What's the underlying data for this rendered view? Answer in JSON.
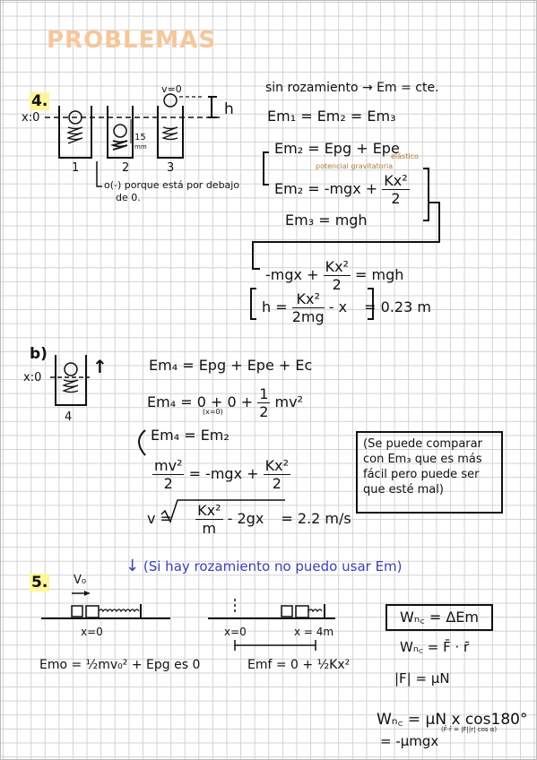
{
  "title": "PROBLEMAS",
  "p4": {
    "number": "4.",
    "x0": "x:0",
    "v0": "v=0",
    "h": "h",
    "labels": [
      "1",
      "2",
      "3"
    ],
    "mm_value": "15",
    "mm_unit": "mm",
    "note1": "o(-) porque está por debajo",
    "note2": "de 0.",
    "line1": "sin rozamiento → Em = cte.",
    "line2": "Em₁ = Em₂ = Em₃",
    "line3": "Em₂ = Epg + Epe",
    "tag_pg": "potencial gravitatoria",
    "tag_pe": "elástico",
    "line4_a": "Em₂ = -mgx +",
    "line4_num": "Kx²",
    "line4_den": "2",
    "line5": "Em₃ = mgh",
    "line6_a": "-mgx +",
    "line6_num": "Kx²",
    "line6_den": "2",
    "line6_b": "= mgh",
    "line7_a": "h =",
    "line7_num": "Kx²",
    "line7_den": "2mg",
    "line7_b": "- x",
    "line7_c": "= 0.23 m"
  },
  "pb": {
    "label": "b)",
    "x0": "x:0",
    "arrow": "↑",
    "cyl_label": "4",
    "eq1": "Em₄ = Epg + Epe + Ec",
    "eq2_a": "Em₄ = 0 + 0 +",
    "eq2_sub": "(x=0)",
    "eq2_num": "1",
    "eq2_den": "2",
    "eq2_b": "mv²",
    "eq3": "Em₄ = Em₂",
    "eq4_num": "mv²",
    "eq4_den": "2",
    "eq4_a": "= -mgx +",
    "eq4_num2": "Kx²",
    "eq4_den2": "2",
    "eq5_a": "v =",
    "eq5_num": "Kx²",
    "eq5_den": "m",
    "eq5_b": "- 2gx",
    "eq5_c": "= 2.2 m/s",
    "note": "(Se puede comparar con Em₃ que es más fácil pero puede ser que esté mal)"
  },
  "p5": {
    "heading": "(Si hay rozamiento no puedo usar Em)",
    "number": "5.",
    "v0": "V₀",
    "x_left": "x=0",
    "x_mid": "x=0",
    "x_right": "x = 4m",
    "emo": "Emo = ½mv₀² + Epg es 0",
    "emf": "Emf = 0 + ½Kx²",
    "wnc_box": "Wₙ꜀ = ΔEm",
    "wnc2": "Wₙ꜀ = F̄ · r̄",
    "f_abs": "|F| = μN",
    "wnc3": "Wₙ꜀ = μN x cos180°",
    "wnc3_note": "(F̄·r̄ = |F||r| cos α)",
    "wnc4": "= -μmgx"
  }
}
